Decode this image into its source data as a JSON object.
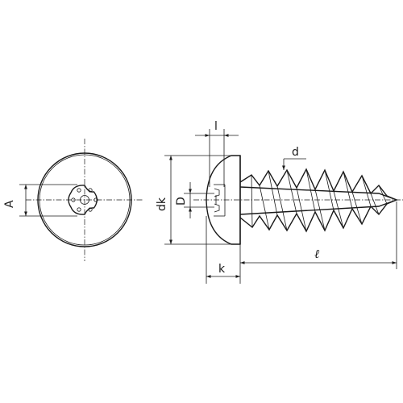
{
  "labels": {
    "A": "A",
    "D": "D",
    "dk": "dk",
    "l_small": "l",
    "k": "k",
    "d": "d",
    "length": "ℓ"
  },
  "colors": {
    "line": "#1a1a1a",
    "background": "#ffffff"
  }
}
